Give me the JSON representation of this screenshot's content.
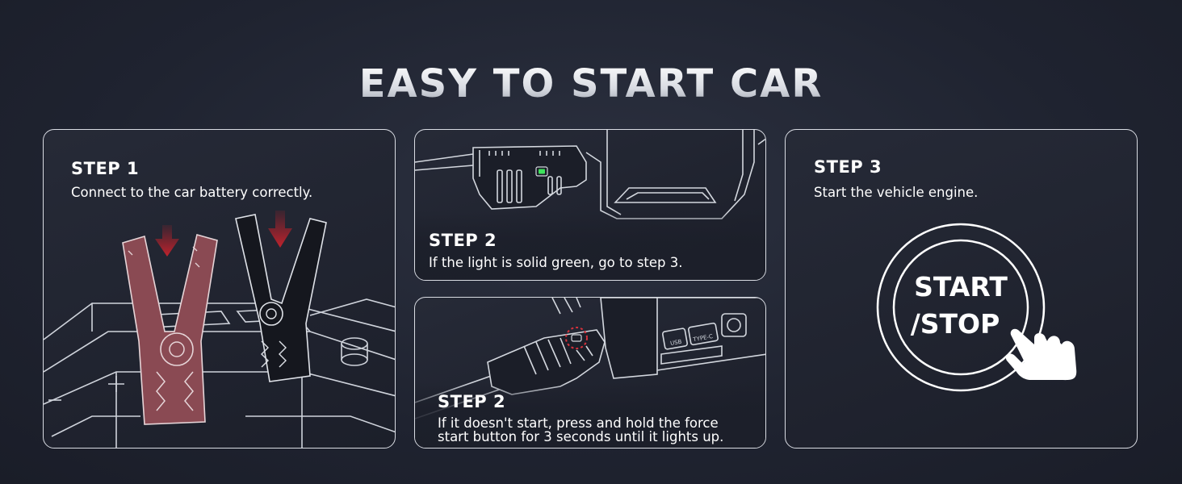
{
  "title": "EASY TO START CAR",
  "steps": [
    {
      "label": "STEP 1",
      "description": "Connect to the car battery correctly."
    },
    {
      "label": "STEP 2",
      "description": "If the light is solid green, go to step 3."
    },
    {
      "label": "STEP 2",
      "description_line1": "If it doesn't start, press and hold the force",
      "description_line2": "start button for 3 seconds until it lights up."
    },
    {
      "label": "STEP 3",
      "description": "Start the vehicle engine."
    }
  ],
  "start_button": {
    "line1": "START",
    "line2": "/STOP"
  },
  "device_port_labels": [
    "USB",
    "TYPE-C"
  ],
  "colors": {
    "accent_green": "#3ee25c",
    "clamp_red": "#8a4a53",
    "arrow_red": "#b3202a",
    "indicator_red": "#d8323c",
    "outline": "#d9dce3"
  },
  "icons": [
    "down-arrow-icon",
    "hand-pointer-icon",
    "indicator-light-icon"
  ]
}
